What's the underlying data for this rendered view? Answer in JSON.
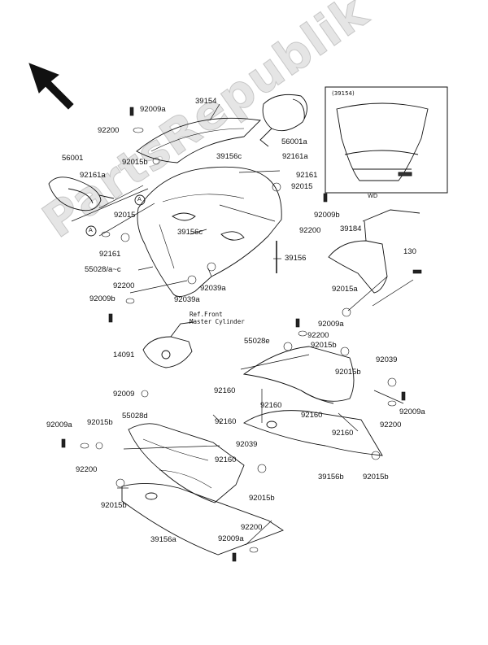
{
  "watermark": "PartsRepublik",
  "inset": {
    "label": "(39154)",
    "tag": "WD"
  },
  "note": {
    "line1": "Ref.Front",
    "line2": "Master Cylinder"
  },
  "callouts": {
    "c_39154": "39154",
    "c_92009a_top": "92009a",
    "c_92200_top": "92200",
    "c_56001a": "56001a",
    "c_92161a_r": "92161a",
    "c_39156c_top": "39156c",
    "c_92015b_top": "92015b",
    "c_92161_r": "92161",
    "c_92015_r": "92015",
    "c_56001": "56001",
    "c_92161a_l": "92161a",
    "c_92015_l": "92015",
    "c_92161_l": "92161",
    "c_92009b_r": "92009b",
    "c_92200_r": "92200",
    "c_39184": "39184",
    "c_39156c_mid": "39156c",
    "c_39156": "39156",
    "c_55028ac": "55028/a~c",
    "c_92039a_a": "92039a",
    "c_92039a_b": "92039a",
    "c_92200_l": "92200",
    "c_92009b_l": "92009b",
    "c_130": "130",
    "c_92015a": "92015a",
    "c_92009a_mid": "92009a",
    "c_92200_mid": "92200",
    "c_14091": "14091",
    "c_55028e": "55028e",
    "c_92015b_m1": "92015b",
    "c_92015b_m2": "92015b",
    "c_92039_r": "92039",
    "c_92009_l": "92009",
    "c_92160_a": "92160",
    "c_92160_b": "92160",
    "c_92160_c": "92160",
    "c_92160_d": "92160",
    "c_92009a_rb": "92009a",
    "c_92200_rb": "92200",
    "c_92160_e": "92160",
    "c_92009a_lb": "92009a",
    "c_92015b_lb": "92015b",
    "c_55028d": "55028d",
    "c_92039_c": "92039",
    "c_92200_lb": "92200",
    "c_92160_f": "92160",
    "c_92015b_c": "92015b",
    "c_39156b": "39156b",
    "c_92015b_rb": "92015b",
    "c_92015b_lbb": "92015b",
    "c_92200_bot": "92200",
    "c_92009a_bot": "92009a",
    "c_39156a": "39156a"
  },
  "markers": {
    "a1": "A",
    "a2": "A"
  }
}
